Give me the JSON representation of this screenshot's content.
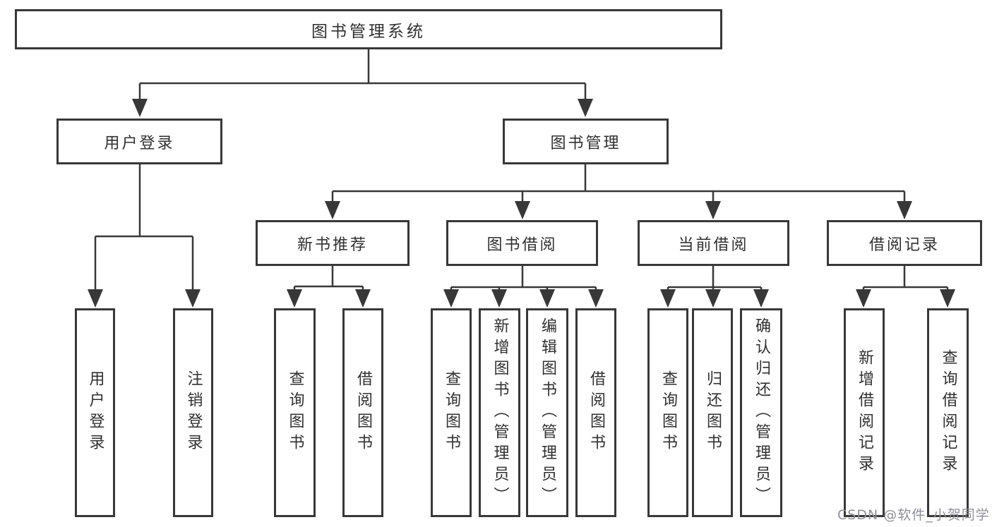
{
  "page": {
    "background": "#ffffff",
    "line_color": "#383838",
    "text_color": "#303030"
  },
  "root": {
    "label": "图书管理系统"
  },
  "branches": [
    {
      "label": "用户登录",
      "children": [
        {
          "label": "用户登录"
        },
        {
          "label": "注销登录"
        }
      ]
    },
    {
      "label": "图书管理",
      "children": [
        {
          "label": "新书推荐",
          "children": [
            {
              "label": "查询图书"
            },
            {
              "label": "借阅图书"
            }
          ]
        },
        {
          "label": "图书借阅",
          "children": [
            {
              "label": "查询图书"
            },
            {
              "label": "新增图书（管理员）"
            },
            {
              "label": "编辑图书（管理员）"
            },
            {
              "label": "借阅图书"
            }
          ]
        },
        {
          "label": "当前借阅",
          "children": [
            {
              "label": "查询图书"
            },
            {
              "label": "归还图书"
            },
            {
              "label": "确认归还（管理员）"
            }
          ]
        },
        {
          "label": "借阅记录",
          "children": [
            {
              "label": "新增借阅记录"
            },
            {
              "label": "查询借阅记录"
            }
          ]
        }
      ]
    }
  ],
  "watermark": {
    "text": "CSDN @软件_小贺同学",
    "color": "#8f8f9a"
  }
}
